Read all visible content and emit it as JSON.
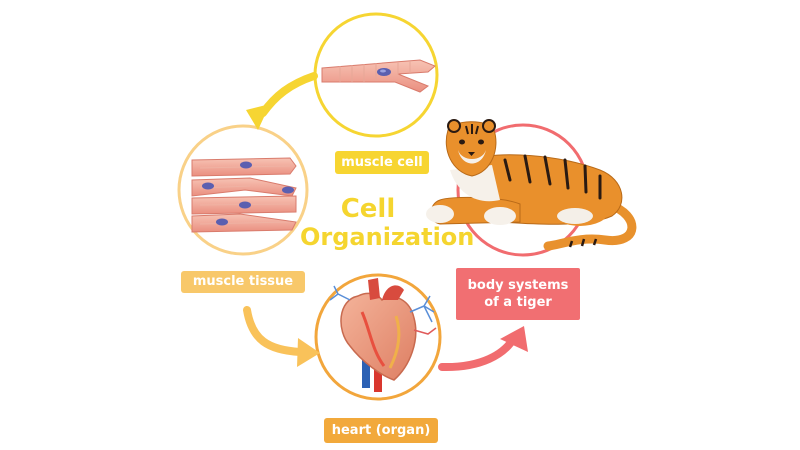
{
  "diagram": {
    "title_line1": "Cell",
    "title_line2": "Organization",
    "stages": {
      "muscle_cell": "muscle cell",
      "muscle_tissue": "muscle tissue",
      "heart_organ": "heart (organ)",
      "body_systems_line1": "body systems",
      "body_systems_line2": "of a tiger"
    }
  },
  "colors": {
    "cell_circle": "#f6d532",
    "tissue_circle": "#f9d188",
    "organ_circle": "#f2a63c",
    "system_circle": "#f16c6f",
    "title": "#f5d52f"
  }
}
